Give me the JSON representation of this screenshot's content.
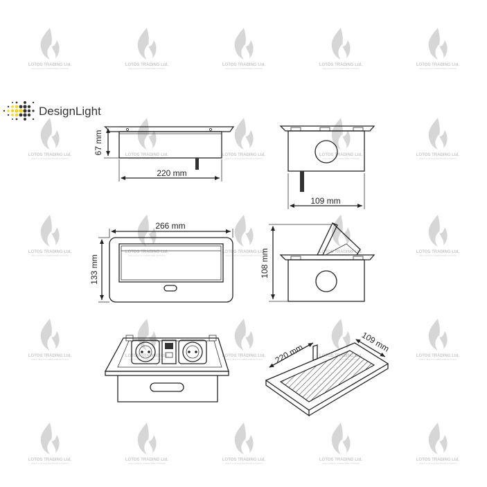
{
  "brand": {
    "name_part1": "Design",
    "name_part2": "Light",
    "dot_color_dark": "#333333",
    "dot_color_accent": "#f2d41c"
  },
  "watermark": {
    "title": "LOTOS TRADING Ltd.",
    "subtitle": "HIGH QUALITY FURNITURE FITTINGS",
    "color": "#c8c8c8"
  },
  "dimensions": {
    "front_height": "67 mm",
    "front_width": "220 mm",
    "side_width": "109 mm",
    "top_width": "266 mm",
    "top_height": "133 mm",
    "side_open_height": "108 mm",
    "cutout_length": "220 mm",
    "cutout_width": "109 mm"
  }
}
